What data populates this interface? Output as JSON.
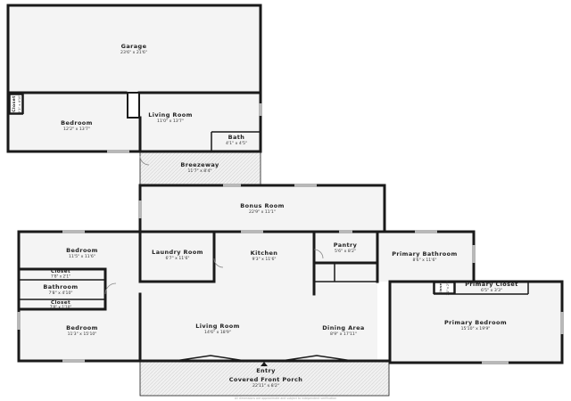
{
  "rooms": {
    "garage": {
      "name": "Garage",
      "dims": "23'6\" x 21'6\""
    },
    "upper_closet": {
      "name": "Closet",
      "dims": "2'1\" x 4'10\""
    },
    "upper_bedroom": {
      "name": "Bedroom",
      "dims": "12'2\" x 13'7\""
    },
    "upper_living": {
      "name": "Living Room",
      "dims": "11'0\" x 13'7\""
    },
    "bath": {
      "name": "Bath",
      "dims": "4'1\" x 4'5\""
    },
    "breezeway": {
      "name": "Breezeway",
      "dims": "11'7\" x 8'4\""
    },
    "bonus": {
      "name": "Bonus Room",
      "dims": "22'9\" x 11'1\""
    },
    "bedroom_nw": {
      "name": "Bedroom",
      "dims": "11'5\" x 11'6\""
    },
    "laundry": {
      "name": "Laundry Room",
      "dims": "6'7\" x 11'6\""
    },
    "kitchen": {
      "name": "Kitchen",
      "dims": "9'3\" x 11'6\""
    },
    "pantry": {
      "name": "Pantry",
      "dims": "5'6\" x 8'2\""
    },
    "primary_bath": {
      "name": "Primary Bathroom",
      "dims": "8'6\" x 11'6\""
    },
    "closet_a": {
      "name": "Closet",
      "dims": "7'8\" x 2'1\""
    },
    "bathroom": {
      "name": "Bathroom",
      "dims": "7'8\" x 4'10\""
    },
    "closet_b": {
      "name": "Closet",
      "dims": "7'8\" x 1'10\""
    },
    "bedroom_sw": {
      "name": "Bedroom",
      "dims": "11'3\" x 15'10\""
    },
    "main_living": {
      "name": "Living Room",
      "dims": "14'6\" x 18'9\""
    },
    "dining": {
      "name": "Dining Area",
      "dims": "8'9\" x 17'11\""
    },
    "small_closet": {
      "name": "Closet",
      "dims": "2'1\" x 2'2\""
    },
    "primary_closet": {
      "name": "Primary Closet",
      "dims": "6'5\" x 3'3\""
    },
    "primary_bedroom": {
      "name": "Primary Bedroom",
      "dims": "15'10\" x 19'9\""
    },
    "porch": {
      "name": "Covered Front Porch",
      "dims": "22'11\" x 8'2\""
    }
  },
  "entry_label": "Entry",
  "disclaimer": "All dimensions are approximate and subject to independent verification"
}
